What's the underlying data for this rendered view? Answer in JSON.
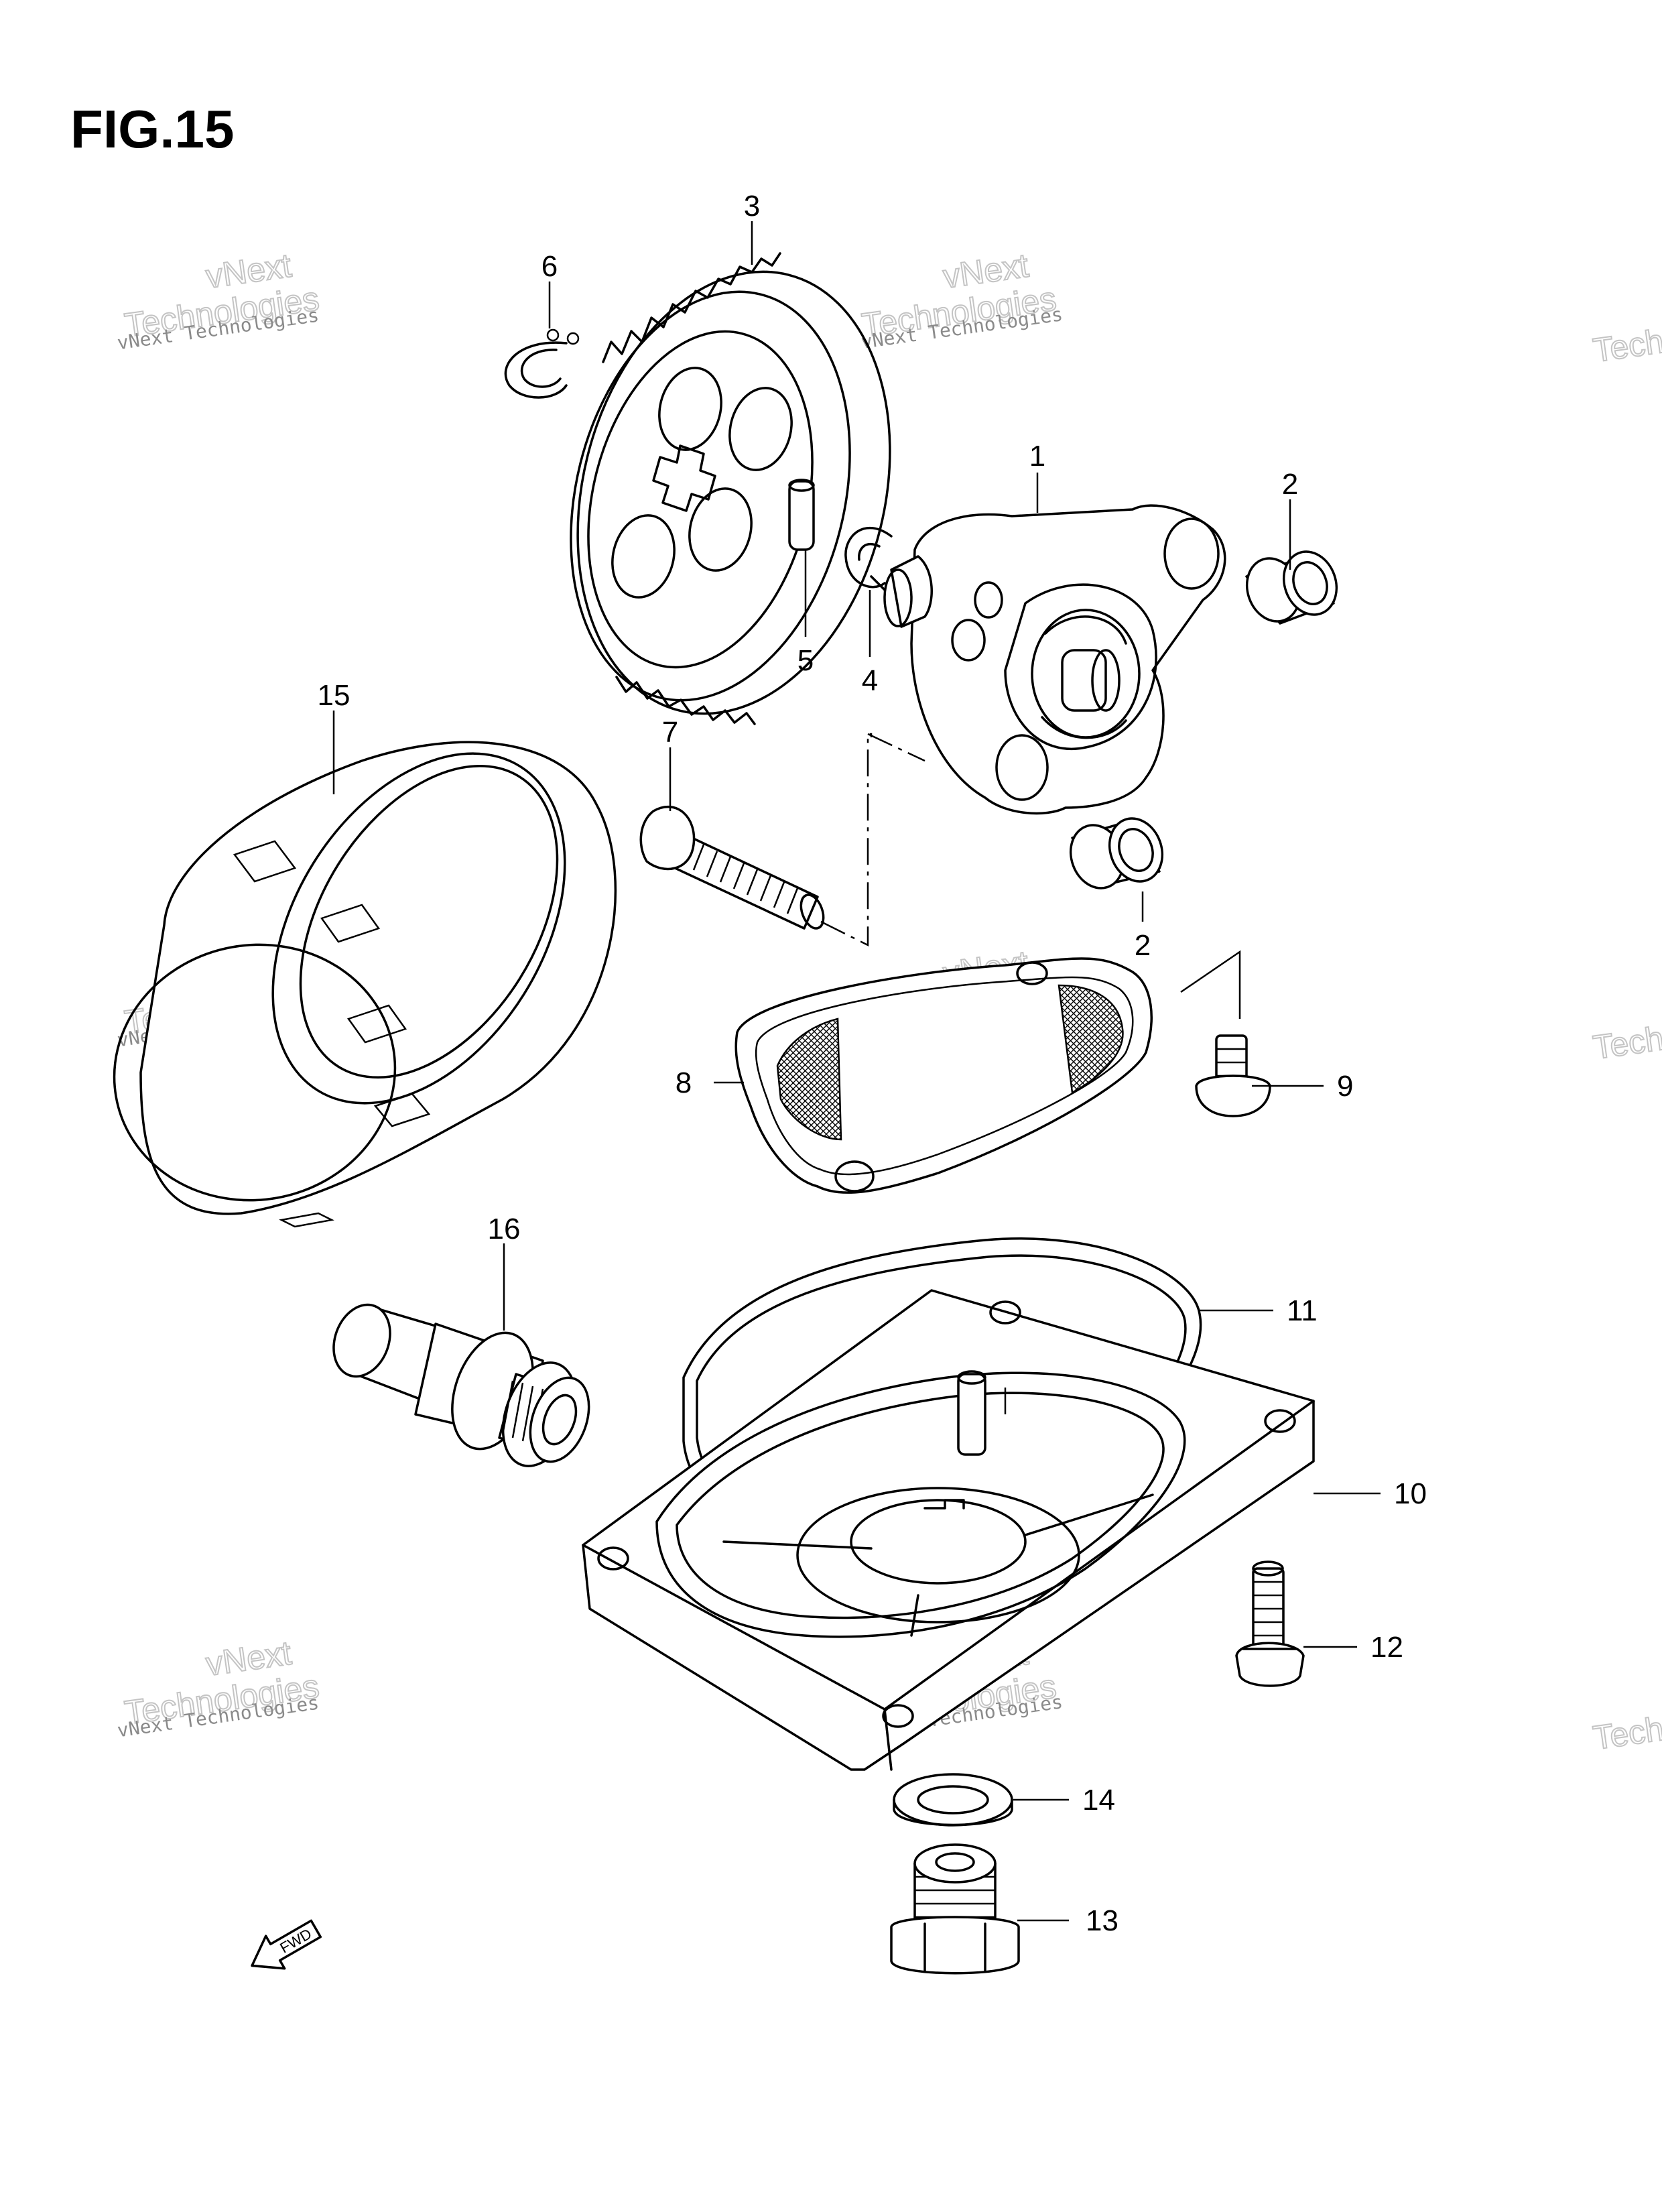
{
  "title": "FIG.15",
  "watermark_small": "vNext Technologies",
  "watermark_large_top": "vNext",
  "watermark_large_bottom": "Technologies",
  "fwd_label": "FWD",
  "callouts": [
    "1",
    "2",
    "2",
    "3",
    "4",
    "5",
    "6",
    "7",
    "8",
    "9",
    "10",
    "11",
    "12",
    "13",
    "14",
    "15",
    "16"
  ]
}
